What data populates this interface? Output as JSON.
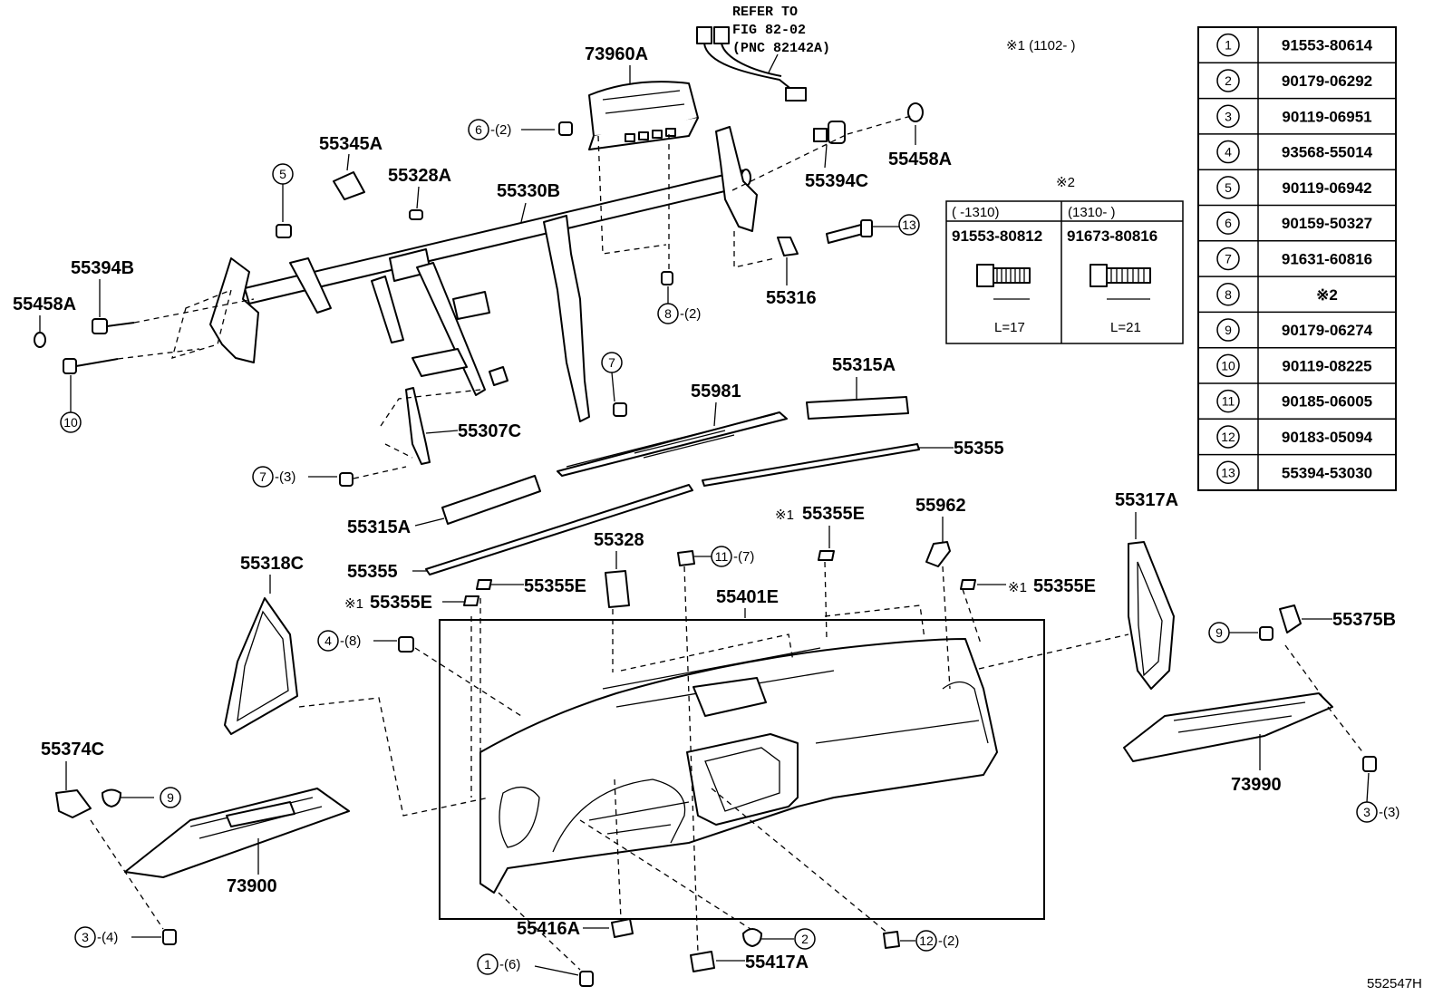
{
  "diagram_id": "552547H",
  "note_header": "※1 (1102-      )",
  "refer_note": [
    "REFER TO",
    "FIG 82-02",
    "(PNC 82142A)"
  ],
  "labels": {
    "p73960A": "73960A",
    "p55345A": "55345A",
    "p55328A": "55328A",
    "p55330B": "55330B",
    "p55394C": "55394C",
    "p55458A_top": "55458A",
    "p55394B": "55394B",
    "p55458A_left": "55458A",
    "p55316": "55316",
    "p55307C": "55307C",
    "p55981": "55981",
    "p55315A_right": "55315A",
    "p55355_right": "55355",
    "p55315A_left": "55315A",
    "p55355_left": "55355",
    "p55318C": "55318C",
    "p55328": "55328",
    "p55355E_a": "55355E",
    "p55355E_b": "55355E",
    "p55355E_c": "55355E",
    "p55355E_d": "55355E",
    "p55962": "55962",
    "p55317A": "55317A",
    "p55401E": "55401E",
    "p55375B": "55375B",
    "p55374C": "55374C",
    "p73900": "73900",
    "p73990": "73990",
    "p55416A": "55416A",
    "p55417A": "55417A"
  },
  "note_marks": {
    "m1": "※1",
    "m2": "※1",
    "m3": "※1"
  },
  "callouts": {
    "c6": {
      "n": "6",
      "q": "-(2)"
    },
    "c5": {
      "n": "5"
    },
    "c10": {
      "n": "10"
    },
    "c7a": {
      "n": "7"
    },
    "c7b": {
      "n": "7",
      "q": "-(3)"
    },
    "c8": {
      "n": "8",
      "q": "-(2)"
    },
    "c13": {
      "n": "13"
    },
    "c11": {
      "n": "11",
      "q": "-(7)"
    },
    "c4": {
      "n": "4",
      "q": "-(8)"
    },
    "c9a": {
      "n": "9"
    },
    "c9b": {
      "n": "9"
    },
    "c3a": {
      "n": "3",
      "q": "-(4)"
    },
    "c3b": {
      "n": "3",
      "q": "-(3)"
    },
    "c1": {
      "n": "1",
      "q": "-(6)"
    },
    "c2": {
      "n": "2"
    },
    "c12": {
      "n": "12",
      "q": "-(2)"
    }
  },
  "note2_table": {
    "title": "※2",
    "headers": [
      "(     -1310)",
      "(1310-      )"
    ],
    "part_numbers": [
      "91553-80812",
      "91673-80816"
    ],
    "lengths": [
      "L=17",
      "L=21"
    ]
  },
  "parts_table": [
    {
      "no": "1",
      "part": "91553-80614"
    },
    {
      "no": "2",
      "part": "90179-06292"
    },
    {
      "no": "3",
      "part": "90119-06951"
    },
    {
      "no": "4",
      "part": "93568-55014"
    },
    {
      "no": "5",
      "part": "90119-06942"
    },
    {
      "no": "6",
      "part": "90159-50327"
    },
    {
      "no": "7",
      "part": "91631-60816"
    },
    {
      "no": "8",
      "part": "※2"
    },
    {
      "no": "9",
      "part": "90179-06274"
    },
    {
      "no": "10",
      "part": "90119-08225"
    },
    {
      "no": "11",
      "part": "90185-06005"
    },
    {
      "no": "12",
      "part": "90183-05094"
    },
    {
      "no": "13",
      "part": "55394-53030"
    }
  ]
}
